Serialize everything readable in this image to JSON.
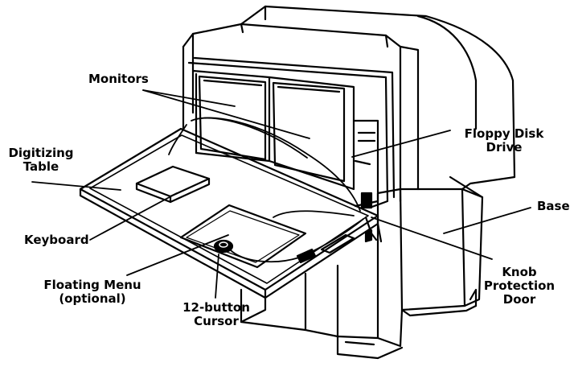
{
  "labels": {
    "monitors": "Monitors",
    "digitizing_table": [
      "Digitizing",
      "Table"
    ],
    "floppy_disk_drive": [
      "Floppy Disk",
      "Drive"
    ],
    "base": "Base",
    "keyboard": "Keyboard",
    "floating_menu": [
      "Floating Menu",
      "(optional)"
    ],
    "cursor": [
      "12-button",
      "Cursor"
    ],
    "knob_protection_door": [
      "Knob",
      "Protection",
      "Door"
    ]
  }
}
